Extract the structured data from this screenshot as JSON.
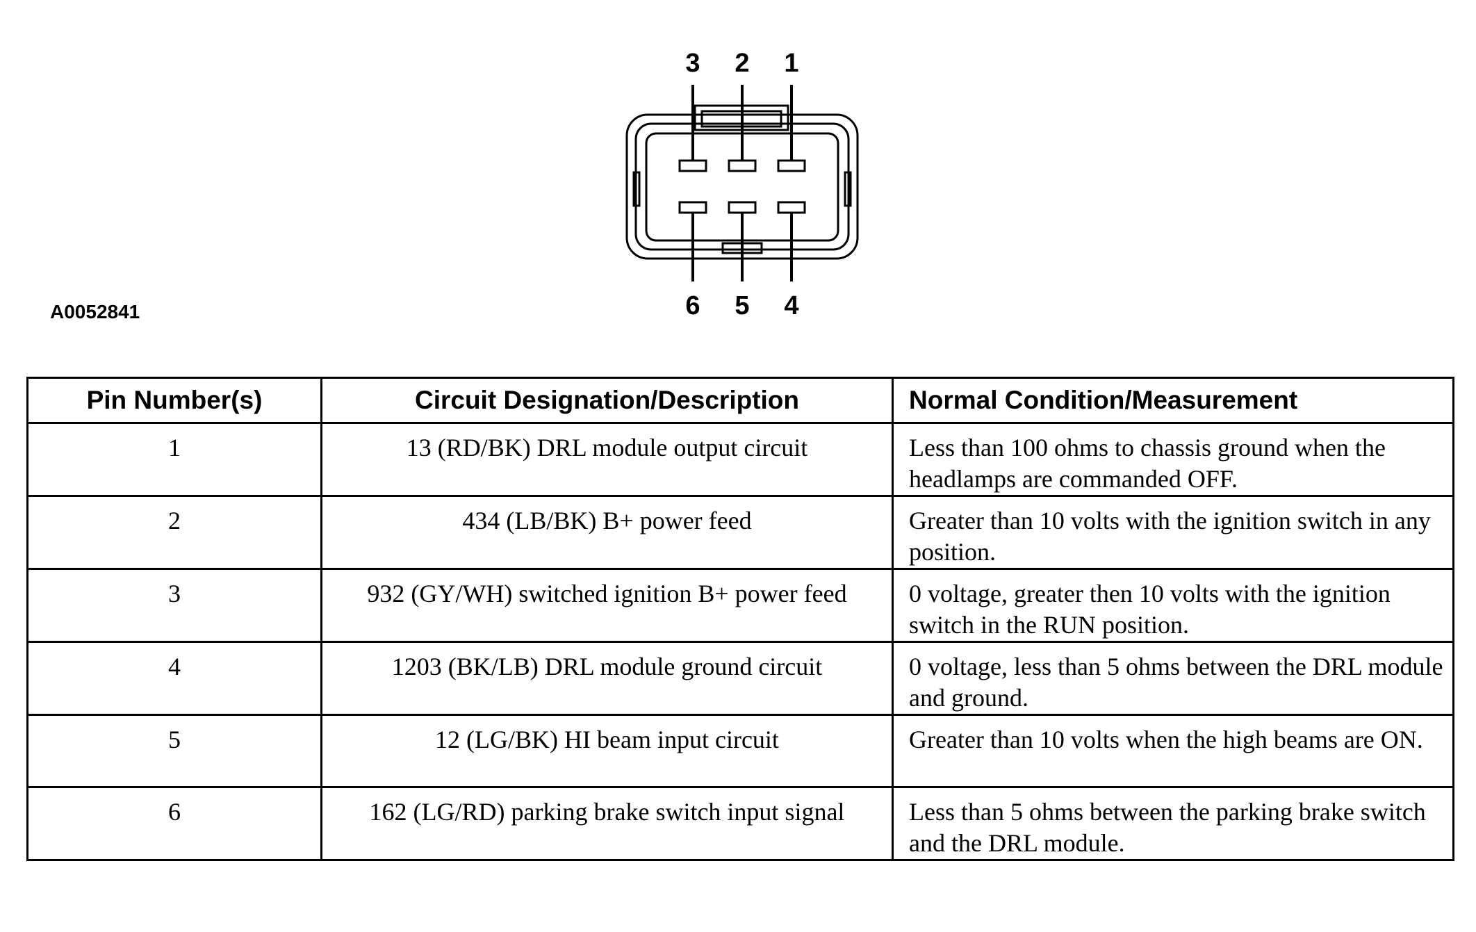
{
  "figure_id": "A0052841",
  "connector": {
    "top_pins": [
      "3",
      "2",
      "1"
    ],
    "bottom_pins": [
      "6",
      "5",
      "4"
    ]
  },
  "table": {
    "headers": [
      "Pin Number(s)",
      "Circuit Designation/Description",
      "Normal Condition/Measurement"
    ],
    "rows": [
      {
        "pin": "1",
        "circuit": "13 (RD/BK) DRL module output circuit",
        "condition": "Less than 100 ohms to chassis ground when the headlamps are commanded OFF."
      },
      {
        "pin": "2",
        "circuit": "434 (LB/BK) B+ power feed",
        "condition": "Greater than 10 volts with the ignition switch in any position."
      },
      {
        "pin": "3",
        "circuit": "932 (GY/WH) switched ignition B+ power feed",
        "condition": "0 voltage, greater then 10 volts with the ignition switch in the RUN position."
      },
      {
        "pin": "4",
        "circuit": "1203 (BK/LB) DRL module ground circuit",
        "condition": "0 voltage, less than 5 ohms between the DRL module and ground."
      },
      {
        "pin": "5",
        "circuit": "12 (LG/BK) HI beam input circuit",
        "condition": "Greater than 10 volts when the high beams are ON."
      },
      {
        "pin": "6",
        "circuit": "162 (LG/RD) parking brake switch input signal",
        "condition": "Less than 5 ohms between the parking brake switch and the DRL module."
      }
    ]
  }
}
